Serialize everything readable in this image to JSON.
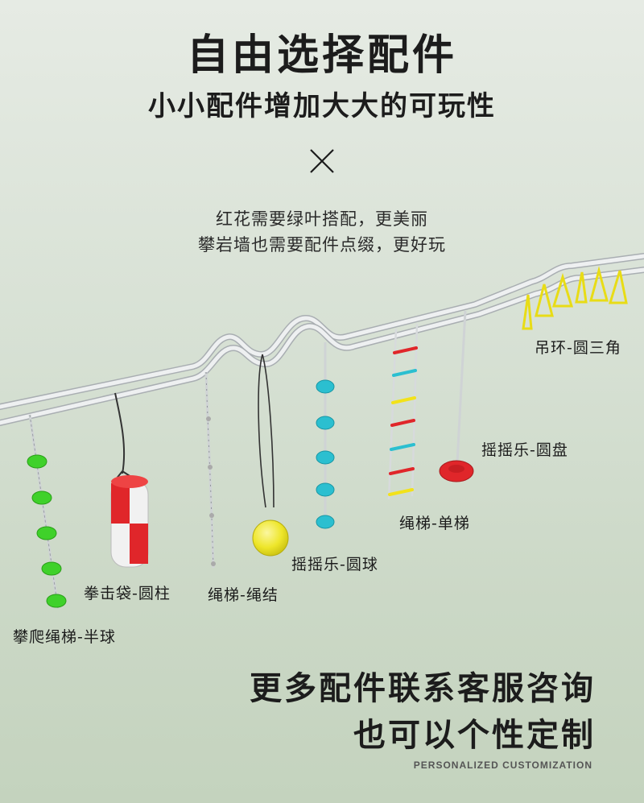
{
  "header": {
    "title": "自由选择配件",
    "subtitle": "小小配件增加大大的可玩性"
  },
  "tagline": {
    "line1": "红花需要绿叶搭配，更美丽",
    "line2": "攀岩墙也需要配件点缀，更好玩"
  },
  "accessories": {
    "climbing_ladder_hemisphere": "攀爬绳梯-半球",
    "punching_bag_cylinder": "拳击袋-圆柱",
    "rope_ladder_knot": "绳梯-绳结",
    "swing_ball": "摇摇乐-圆球",
    "rope_ladder_single": "绳梯-单梯",
    "swing_disc": "摇摇乐-圆盘",
    "rings_triangle": "吊环-圆三角"
  },
  "footer": {
    "line1": "更多配件联系客服咨询",
    "line2": "也可以个性定制",
    "english": "PERSONALIZED  CUSTOMIZATION"
  },
  "colors": {
    "green": "#3fd12a",
    "cyan": "#2bbfd0",
    "red": "#e0262a",
    "yellow": "#f2e21a",
    "rail": "#e8eaec"
  }
}
